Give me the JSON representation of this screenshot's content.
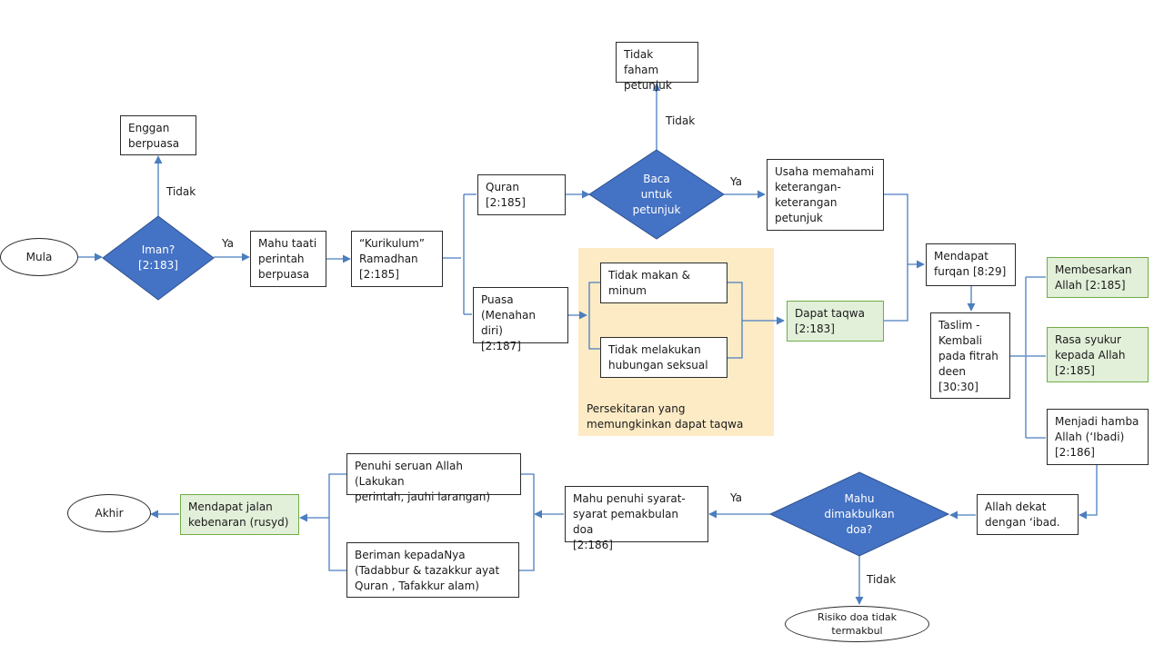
{
  "nodes": {
    "mula": "Mula",
    "iman": "Iman?\n[2:183]",
    "enggan": "Enggan\nberpuasa",
    "mahu_taati": "Mahu taati\nperintah\nberpuasa",
    "kurikulum": "“Kurikulum”\nRamadhan\n[2:185]",
    "quran": "Quran\n[2:185]",
    "baca": "Baca\nuntuk\npetunjuk",
    "tidak_faham": "Tidak faham\npetunjuk",
    "usaha": "Usaha memahami\nketerangan-\nketerangan\npetunjuk",
    "puasa": "Puasa\n(Menahan diri)\n[2:187]",
    "tidak_makan": "Tidak makan &\nminum",
    "tidak_hubungan": "Tidak melakukan\nhubungan seksual",
    "region_caption": "Persekitaran yang\nmemungkinkan  dapat taqwa",
    "dapat_taqwa": "Dapat taqwa\n[2:183]",
    "furqan": "Mendapat\nfurqan [8:29]",
    "taslim": "Taslim -\nKembali\npada fitrah\ndeen\n[30:30]",
    "membesarkan": "Membesarkan\nAllah [2:185]",
    "syukur": "Rasa syukur\nkepada Allah\n[2:185]",
    "hamba": "Menjadi hamba\nAllah (‘Ibadi)\n[2:186]",
    "dekat": "Allah dekat\ndengan ‘ibad.",
    "doa": "Mahu\ndimakbulkan\ndoa?",
    "risiko": "Risiko doa tidak\ntermakbul",
    "syarat": "Mahu penuhi  syarat-\nsyarat pemakbulan doa\n[2:186]",
    "seruan": "Penuhi seruan Allah (Lakukan\nperintah, jauhi larangan)",
    "beriman": "Beriman kepadaNya\n(Tadabbur & tazakkur ayat\nQuran , Tafakkur alam)",
    "rusyd": "Mendapat jalan\nkebenaran (rusyd)",
    "akhir": "Akhir"
  },
  "edge_labels": {
    "iman_ya": "Ya",
    "iman_tidak": "Tidak",
    "baca_ya": "Ya",
    "baca_tidak": "Tidak",
    "doa_ya": "Ya",
    "doa_tidak": "Tidak"
  },
  "colors": {
    "diamond": "#4472c4",
    "arrow": "#4a7ebf",
    "highlight_fill": "#e2efd9",
    "highlight_border": "#70ad47",
    "region": "#fdebc6"
  }
}
